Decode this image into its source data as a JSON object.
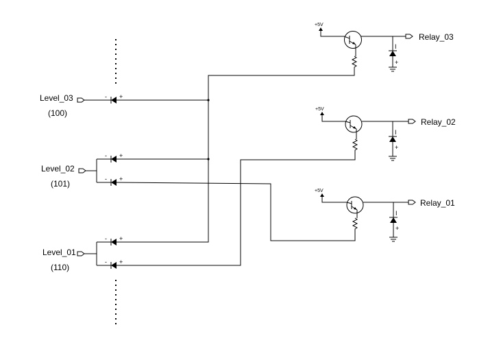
{
  "inputs": [
    {
      "label": "Level_03",
      "code": "(100)"
    },
    {
      "label": "Level_02",
      "code": "(101)"
    },
    {
      "label": "Level_01",
      "code": "(110)"
    }
  ],
  "outputs": [
    {
      "label": "Relay_03"
    },
    {
      "label": "Relay_02"
    },
    {
      "label": "Relay_01"
    }
  ],
  "supply_label": "+5V",
  "diode_minus": "-",
  "diode_plus": "+",
  "flyback_top": "I",
  "flyback_bottom": "+"
}
